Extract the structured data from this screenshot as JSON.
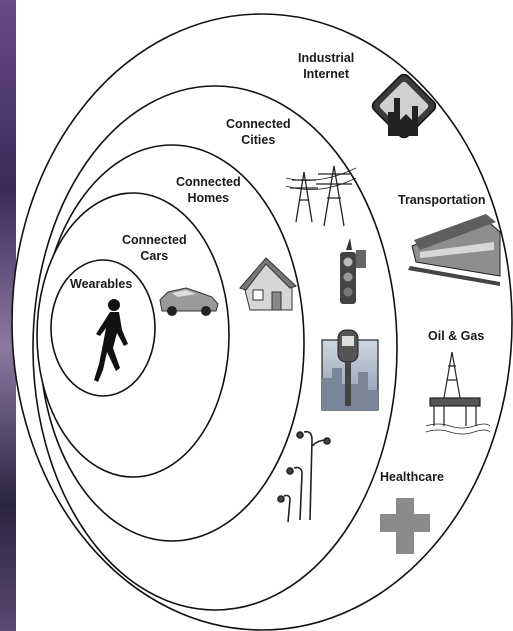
{
  "diagram": {
    "rings": [
      {
        "label_line1": "Wearables",
        "label_line2": ""
      },
      {
        "label_line1": "Connected",
        "label_line2": "Cars"
      },
      {
        "label_line1": "Connected",
        "label_line2": "Homes"
      },
      {
        "label_line1": "Connected",
        "label_line2": "Cities"
      },
      {
        "label_line1": "Industrial",
        "label_line2": "Internet"
      }
    ],
    "industries": [
      "Transportation",
      "Oil & Gas",
      "Healthcare"
    ],
    "icons": [
      "runner-icon",
      "car-icon",
      "house-icon",
      "power-pylon-icon",
      "traffic-light-icon",
      "parking-meter-icon",
      "street-lamp-icon",
      "factory-icon",
      "train-icon",
      "oil-rig-icon",
      "medical-cross-icon"
    ],
    "colors": {
      "background": "#ffffff",
      "lines": "#111111",
      "icon_gray": "#8a8a8a",
      "left_strip": "#5a3a7a"
    }
  }
}
